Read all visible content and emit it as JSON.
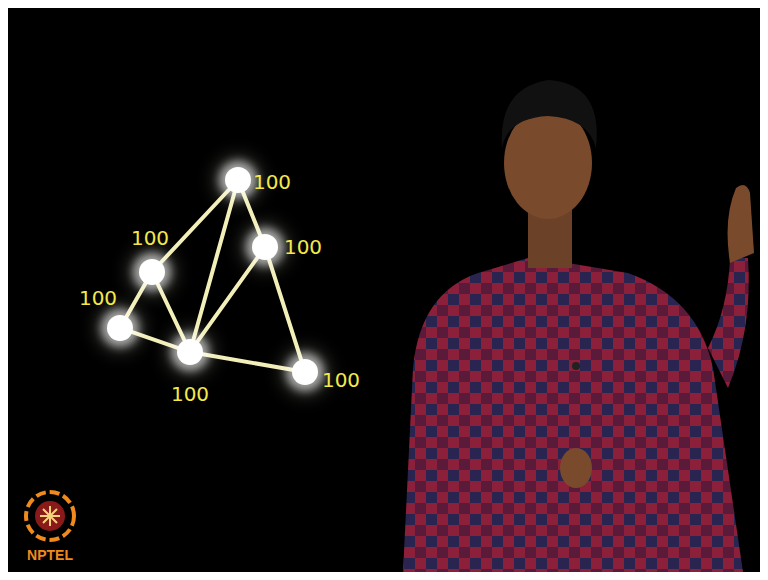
{
  "diagram": {
    "nodes": [
      {
        "text": [
          "100"
        ]
      },
      {
        "text": [
          "100"
        ]
      },
      {
        "text": [
          "100"
        ]
      },
      {
        "text": [
          "100"
        ]
      },
      {
        "text": [
          "100"
        ]
      },
      {
        "text": [
          "100"
        ]
      }
    ],
    "edges": [
      {
        "from": 3,
        "to": 1,
        "arrow": "none"
      },
      {
        "from": 1,
        "to": 0,
        "arrow": "none"
      },
      {
        "from": 0,
        "to": 2,
        "arrow": "none"
      },
      {
        "from": 2,
        "to": 5,
        "arrow": "none"
      },
      {
        "from": 3,
        "to": 4,
        "arrow": "none"
      },
      {
        "from": 1,
        "to": 4,
        "arrow": "none"
      },
      {
        "from": 0,
        "to": 4,
        "arrow": "none"
      },
      {
        "from": 2,
        "to": 4,
        "arrow": "none"
      },
      {
        "from": 4,
        "to": 5,
        "arrow": "none"
      }
    ],
    "labels": [
      "NPTEL"
    ]
  }
}
